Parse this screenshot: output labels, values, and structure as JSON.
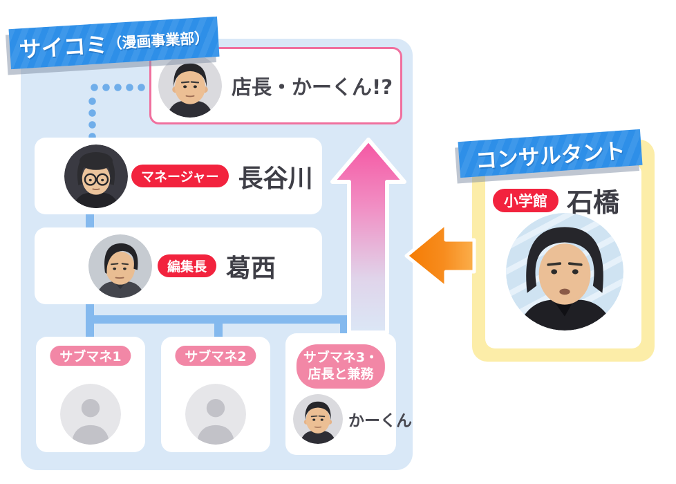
{
  "cycomi": {
    "banner_main": "サイコミ",
    "banner_sub": "（漫画事業部）",
    "top_box": {
      "label": "店長・かーくん!?",
      "photo": "kakun-photo"
    },
    "manager": {
      "badge": "マネージャー",
      "name": "長谷川",
      "photo": "hasegawa-photo"
    },
    "editor": {
      "badge": "編集長",
      "name": "葛西",
      "photo": "kasai-photo"
    },
    "sub1": {
      "badge": "サブマネ1",
      "photo": "placeholder-avatar"
    },
    "sub2": {
      "badge": "サブマネ2",
      "photo": "placeholder-avatar"
    },
    "sub3": {
      "badge_line1": "サブマネ3・",
      "badge_line2": "店長と兼務",
      "name": "かーくん",
      "photo": "kakun-photo"
    }
  },
  "consultant": {
    "banner": "コンサルタント",
    "badge": "小学館",
    "name": "石橋",
    "photo": "ishibashi-photo"
  },
  "colors": {
    "panel_blue": "#d9e8f7",
    "banner_blue": "#2e8fe8",
    "connector_blue": "#84b9ee",
    "dot_blue": "#70aeea",
    "pink_box_border": "#f0709e",
    "red_badge": "#f2233e",
    "pink_badge": "#f287a6",
    "yellow_panel": "#fceda8",
    "arrow_pink_top": "#f556a2",
    "arrow_orange": "#f57b02",
    "text_dark": "#45454d"
  }
}
